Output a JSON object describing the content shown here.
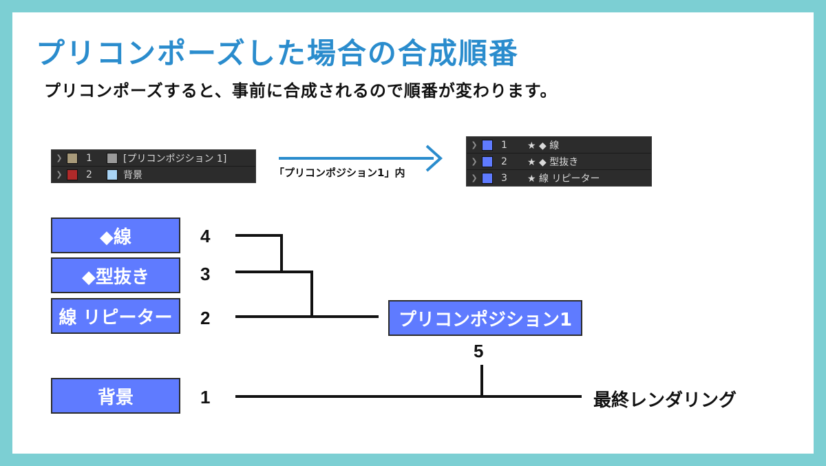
{
  "title": "プリコンポーズした場合の合成順番",
  "subtitle": "プリコンポーズすると、事前に合成されるので順番が変わります。",
  "left_panel": {
    "rows": [
      {
        "num": "1",
        "name": "[プリコンポジション 1]",
        "swatch": "#a89a7a",
        "icon": "precomp-icon"
      },
      {
        "num": "2",
        "name": "背景",
        "swatch": "#b02a2a",
        "icon": "solid-icon"
      }
    ]
  },
  "arrow_label": "「プリコンポジション1」内",
  "right_panel": {
    "rows": [
      {
        "num": "1",
        "name": "★ ◆ 線",
        "swatch": "#5f7bff"
      },
      {
        "num": "2",
        "name": "★ ◆ 型抜き",
        "swatch": "#5f7bff"
      },
      {
        "num": "3",
        "name": "★ 線 リピーター",
        "swatch": "#5f7bff"
      }
    ]
  },
  "boxes": {
    "diamond_line": "◆線",
    "diamond_cutout": "◆型抜き",
    "line_repeater": "線 リピーター",
    "background": "背景",
    "precomp": "プリコンポジション1"
  },
  "orders": {
    "o4": "4",
    "o3": "3",
    "o2": "2",
    "o1": "1",
    "o5": "5"
  },
  "final_render": "最終レンダリング",
  "colors": {
    "accent": "#2a8ccd",
    "box": "#5f7bff",
    "frame": "#7ccfd3"
  }
}
